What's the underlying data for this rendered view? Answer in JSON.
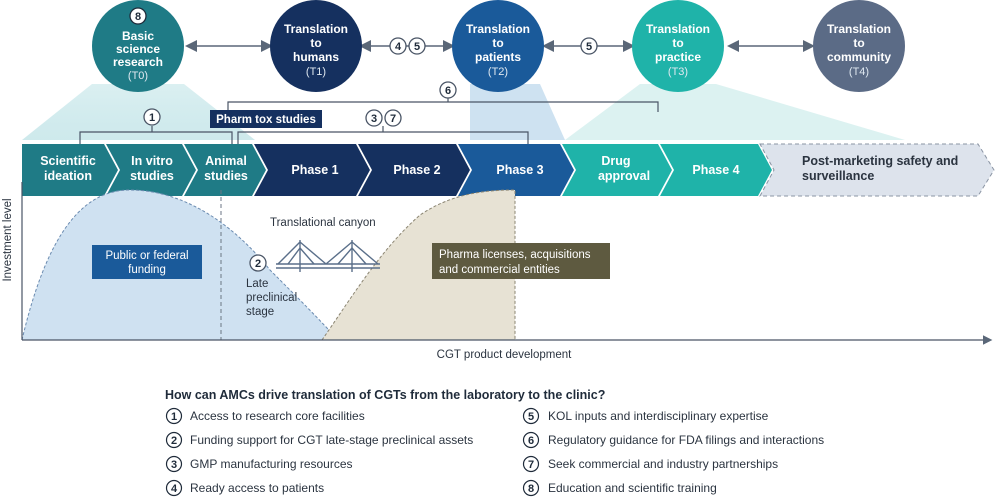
{
  "top_circles": [
    {
      "label_lines": [
        "Basic",
        "science",
        "research"
      ],
      "code": "(T0)",
      "badge": "8",
      "color": "#1f7b86"
    },
    {
      "label_lines": [
        "Translation",
        "to",
        "humans"
      ],
      "code": "(T1)",
      "color": "#15305f"
    },
    {
      "label_lines": [
        "Translation",
        "to",
        "patients"
      ],
      "code": "(T2)",
      "color": "#1a5a9a"
    },
    {
      "label_lines": [
        "Translation",
        "to",
        "practice"
      ],
      "code": "(T3)",
      "color": "#1fb3a9"
    },
    {
      "label_lines": [
        "Translation",
        "to",
        "community"
      ],
      "code": "(T4)",
      "color": "#5b6b86"
    }
  ],
  "circle_link_badges": {
    "t1_t2": [
      "4",
      "5"
    ],
    "t2_t3": [
      "5"
    ]
  },
  "bracket_badges": {
    "b1": "1",
    "b6": "6",
    "b37": [
      "3",
      "7"
    ]
  },
  "pharm_tox_label": "Pharm tox studies",
  "stages": [
    {
      "lines": [
        "Scientific",
        "ideation"
      ],
      "color": "#1f7b86"
    },
    {
      "lines": [
        "In vitro",
        "studies"
      ],
      "color": "#1f7b86"
    },
    {
      "lines": [
        "Animal",
        "studies"
      ],
      "color": "#1f7b86"
    },
    {
      "lines": [
        "Phase 1"
      ],
      "color": "#15305f"
    },
    {
      "lines": [
        "Phase 2"
      ],
      "color": "#15305f"
    },
    {
      "lines": [
        "Phase 3"
      ],
      "color": "#1a5a9a"
    },
    {
      "lines": [
        "Drug",
        "approval"
      ],
      "color": "#1fb3a9"
    },
    {
      "lines": [
        "Phase 4"
      ],
      "color": "#1fb3a9"
    },
    {
      "lines": [
        "Post-marketing safety and",
        "surveillance"
      ],
      "color": "#dde3ec"
    }
  ],
  "y_axis_label": "Investment level",
  "x_axis_label": "CGT product development",
  "public_funding_lines": [
    "Public or federal",
    "funding"
  ],
  "translational_canyon": "Translational canyon",
  "late_preclinical_badge": "2",
  "late_preclinical_lines": [
    "Late",
    "preclinical",
    "stage"
  ],
  "pharma_lines": [
    "Pharma licenses, acquisitions",
    "and commercial entities"
  ],
  "question_title": "How can AMCs drive translation of CGTs from the laboratory to the clinic?",
  "list_items": [
    {
      "num": "1",
      "text": "Access to research core facilities"
    },
    {
      "num": "2",
      "text": "Funding support for CGT late-stage preclinical assets"
    },
    {
      "num": "3",
      "text": "GMP manufacturing resources"
    },
    {
      "num": "4",
      "text": "Ready access to patients"
    },
    {
      "num": "5",
      "text": "KOL inputs and interdisciplinary expertise"
    },
    {
      "num": "6",
      "text": "Regulatory guidance for FDA filings and interactions"
    },
    {
      "num": "7",
      "text": "Seek commercial and industry partnerships"
    },
    {
      "num": "8",
      "text": "Education and scientific training"
    }
  ]
}
